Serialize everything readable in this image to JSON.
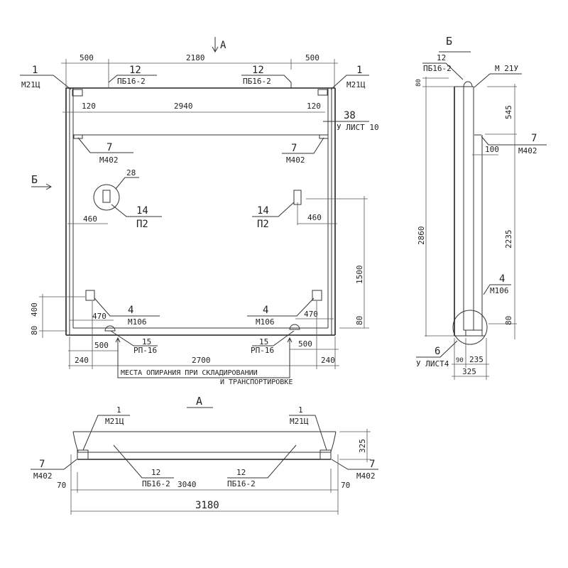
{
  "main_view": {
    "section_a_mark": "А",
    "section_b_mark": "Б",
    "dim_top": [
      "500",
      "2180",
      "500"
    ],
    "dim_120_left": "120",
    "dim_2940": "2940",
    "dim_120_right": "120",
    "node_38": "38",
    "node_38_ref": "У ЛИСТ 10",
    "callout_1_left": {
      "num": "1",
      "mark": "М21Ц"
    },
    "callout_1_right": {
      "num": "1",
      "mark": "М21Ц"
    },
    "callout_12_left": {
      "num": "12",
      "mark": "ПБ16-2"
    },
    "callout_12_right": {
      "num": "12",
      "mark": "ПБ16-2"
    },
    "callout_7_left": {
      "num": "7",
      "mark": "М402"
    },
    "callout_7_right": {
      "num": "7",
      "mark": "М402"
    },
    "node_28": "28",
    "callout_14_left": {
      "num": "14",
      "mark": "П2"
    },
    "callout_14_right": {
      "num": "14",
      "mark": "П2"
    },
    "dim_460_left": "460",
    "dim_460_right": "460",
    "dim_1500": "1500",
    "dim_400": "400",
    "dim_80_left": "80",
    "dim_80_right": "80",
    "callout_4_left": {
      "num": "4",
      "mark": "М106"
    },
    "callout_4_right": {
      "num": "4",
      "mark": "М106"
    },
    "dim_470_left": "470",
    "dim_470_right": "470",
    "callout_15_left": {
      "num": "15",
      "mark": "РП-16"
    },
    "callout_15_right": {
      "num": "15",
      "mark": "РП-16"
    },
    "dim_500_left": "500",
    "dim_500_right": "500",
    "dim_240_left": "240",
    "dim_240_right": "240",
    "dim_2700": "2700",
    "note_line1": "МЕСТА ОПИРАНИЯ ПРИ СКЛАДИРОВАНИИ",
    "note_line2": "И ТРАНСПОРТИРОВКЕ"
  },
  "section_b": {
    "title": "Б",
    "callout_12": {
      "num": "12",
      "mark": "ПБ16-2"
    },
    "mark_m21u": "М 21У",
    "dim_80_top": "80",
    "dim_545": "545",
    "callout_7": {
      "num": "7",
      "mark": "М402"
    },
    "dim_100": "100",
    "dim_2860": "2860",
    "dim_2235": "2235",
    "callout_4": {
      "num": "4",
      "mark": "М106"
    },
    "dim_80_bottom": "80",
    "callout_6": {
      "num": "6",
      "mark": "У ЛИСТ4"
    },
    "dim_90": "90",
    "dim_235": "235",
    "dim_325": "325"
  },
  "section_a": {
    "title": "А",
    "callout_1_left": {
      "num": "1",
      "mark": "М21Ц"
    },
    "callout_1_right": {
      "num": "1",
      "mark": "М21Ц"
    },
    "dim_325": "325",
    "callout_7_left": {
      "num": "7",
      "mark": "М402"
    },
    "callout_7_right": {
      "num": "7",
      "mark": "М402"
    },
    "callout_12_left": {
      "num": "12",
      "mark": "ПБ16-2"
    },
    "callout_12_right": {
      "num": "12",
      "mark": "ПБ16-2"
    },
    "dim_3040": "3040",
    "dim_70_left": "70",
    "dim_70_right": "70",
    "dim_3180": "3180"
  }
}
